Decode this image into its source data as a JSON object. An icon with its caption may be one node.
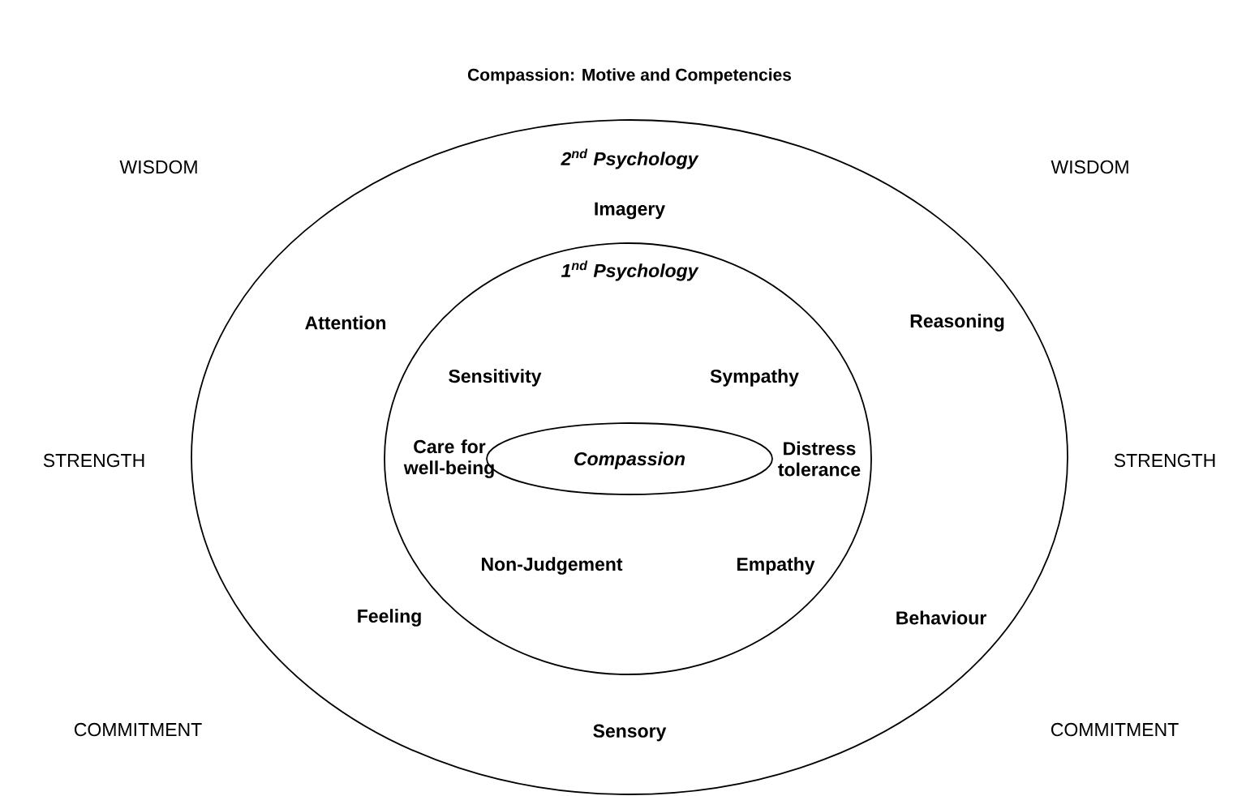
{
  "diagram": {
    "title": "Compassion: Motive and Competencies",
    "nodes": [
      {
        "text": [
          "2$^{nd}$ Psychology",
          "Imagery",
          "Attention",
          "Reasoning",
          "Feeling",
          "Behaviour",
          "Sensory"
        ]
      },
      {
        "text": [
          "1$^{nd}$ Psychology",
          "Sensitivity",
          "Sympathy",
          "Care for well-being",
          "Distress tolerance",
          "Non-Judgement",
          "Empathy"
        ],
        "in": 0
      },
      {
        "text": [
          "Compassion"
        ],
        "in": 1
      }
    ],
    "labels": [
      "WISDOM",
      "WISDOM",
      "STRENGTH",
      "STRENGTH",
      "COMMITMENT",
      "COMMITMENT"
    ]
  }
}
